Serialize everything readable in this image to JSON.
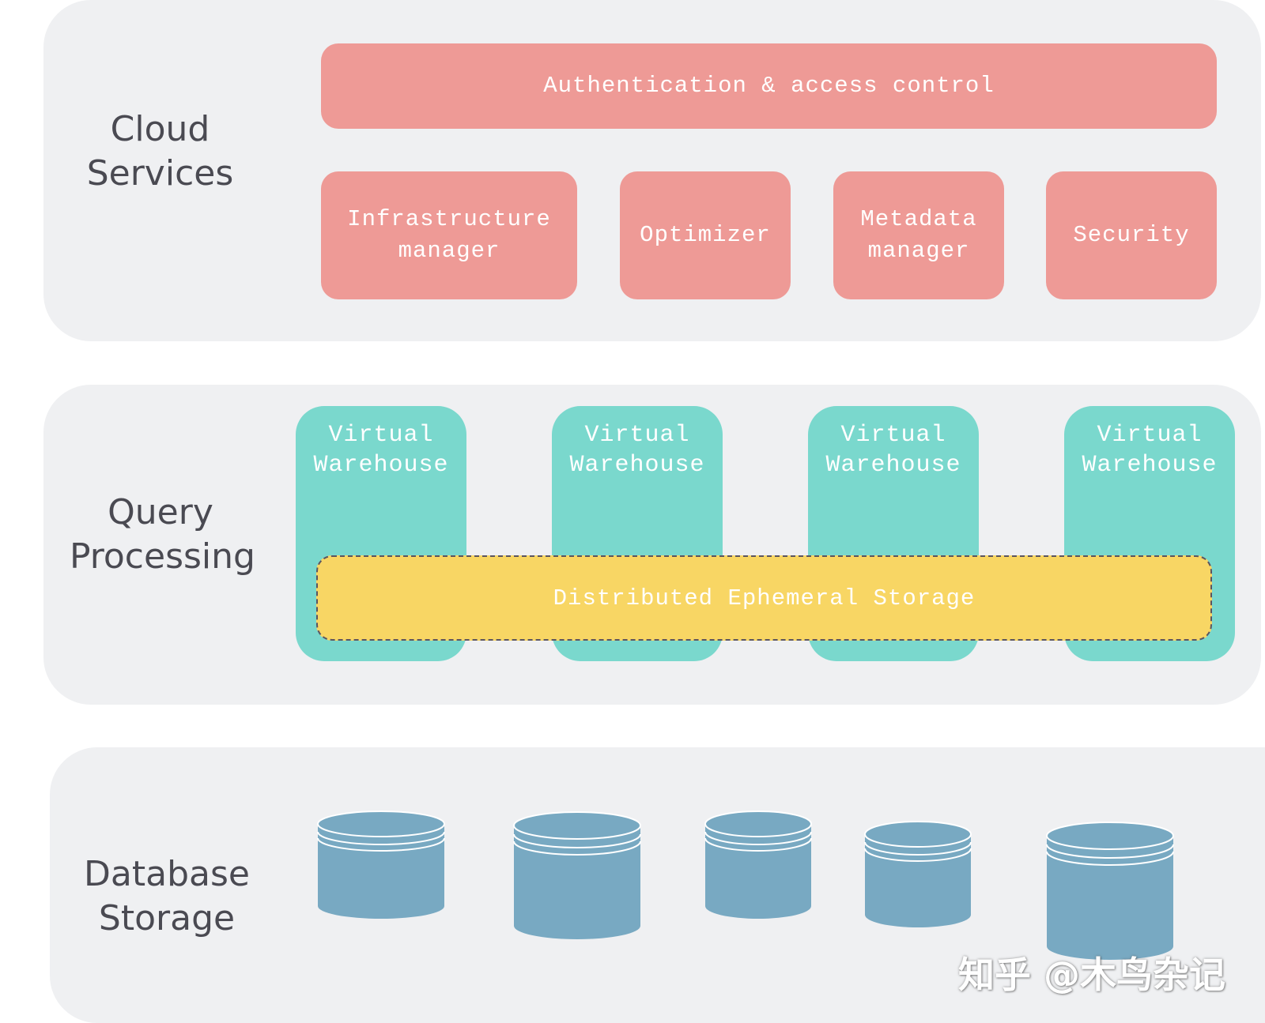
{
  "layers": {
    "cloud_services": {
      "label_line1": "Cloud",
      "label_line2": "Services",
      "auth_box": "Authentication & access control",
      "components": [
        {
          "line1": "Infrastructure",
          "line2": "manager"
        },
        {
          "line1": "Optimizer",
          "line2": ""
        },
        {
          "line1": "Metadata",
          "line2": "manager"
        },
        {
          "line1": "Security",
          "line2": ""
        }
      ]
    },
    "query_processing": {
      "label_line1": "Query",
      "label_line2": "Processing",
      "warehouses": [
        {
          "line1": "Virtual",
          "line2": "Warehouse"
        },
        {
          "line1": "Virtual",
          "line2": "Warehouse"
        },
        {
          "line1": "Virtual",
          "line2": "Warehouse"
        },
        {
          "line1": "Virtual",
          "line2": "Warehouse"
        }
      ],
      "ephemeral_storage": "Distributed Ephemeral Storage"
    },
    "database_storage": {
      "label_line1": "Database",
      "label_line2": "Storage"
    }
  },
  "watermark": "知乎 @木鸟杂记",
  "colors": {
    "layer_bg": "#eff0f2",
    "cloud_box": "#ee9a96",
    "warehouse": "#7ad8cd",
    "ephemeral": "#f8d664",
    "cylinder": "#78a9c2",
    "label_text": "#4a4a52"
  }
}
